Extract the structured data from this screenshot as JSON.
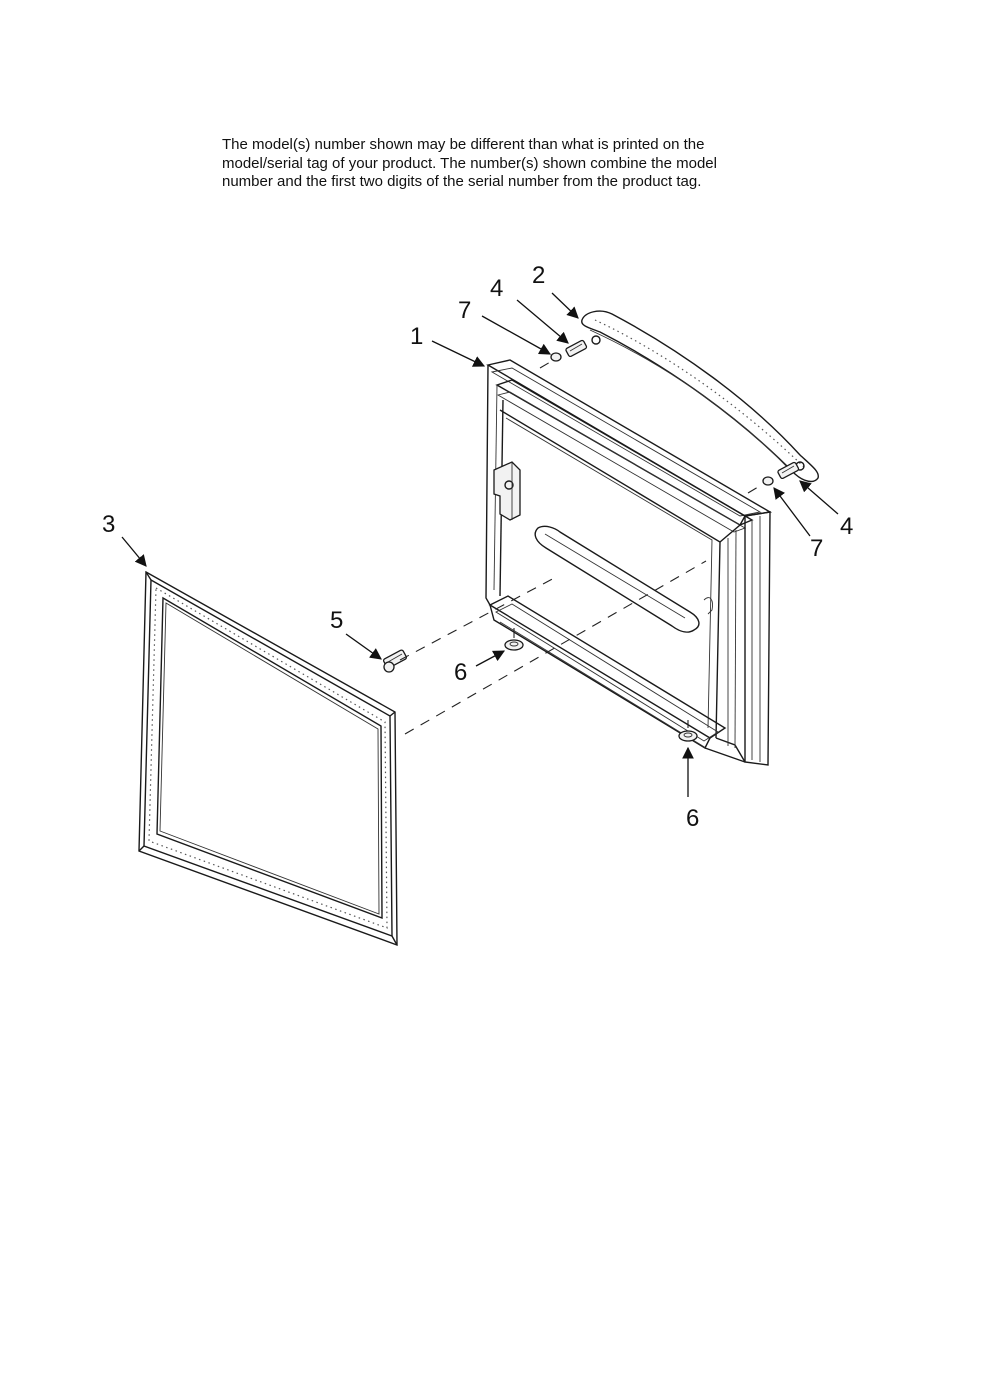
{
  "notice": {
    "line1": "The model(s) number shown may be different than what is printed on the",
    "line2": "model/serial tag of your product. The number(s) shown combine the model",
    "line3": "number and the first two digits of the serial number from the product tag."
  },
  "callouts": [
    {
      "id": "door",
      "number": "1"
    },
    {
      "id": "handle",
      "number": "2"
    },
    {
      "id": "gasket",
      "number": "3"
    },
    {
      "id": "handle-screw-top",
      "number": "4"
    },
    {
      "id": "handle-screw-right",
      "number": "4"
    },
    {
      "id": "door-stop-screw",
      "number": "5"
    },
    {
      "id": "door-bushing-left",
      "number": "6"
    },
    {
      "id": "door-bushing-right",
      "number": "6"
    },
    {
      "id": "handle-spacer-top",
      "number": "7"
    },
    {
      "id": "handle-spacer-right",
      "number": "7"
    }
  ],
  "colors": {
    "ink": "#111111",
    "background": "#ffffff"
  }
}
